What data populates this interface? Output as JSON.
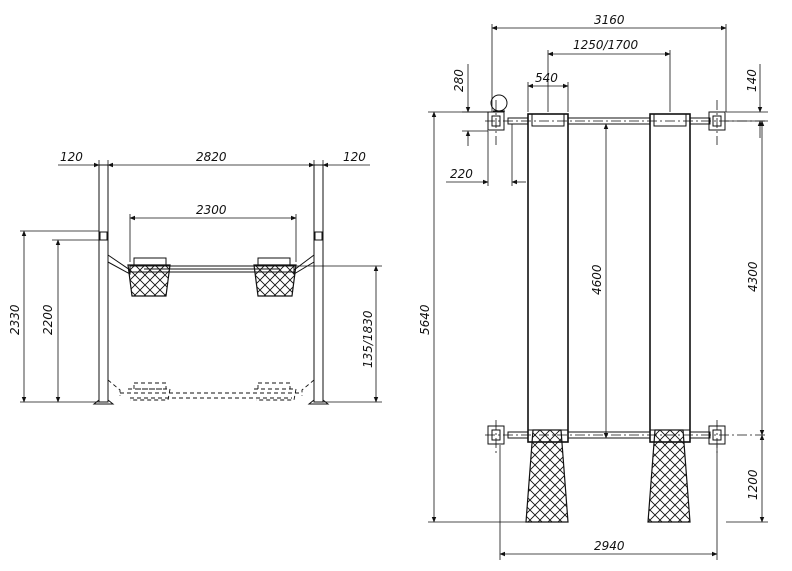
{
  "front_view": {
    "dim_post_width_left": "120",
    "dim_between_posts": "2820",
    "dim_post_width_right": "120",
    "dim_pad_spacing": "2300",
    "dim_total_height": "2330",
    "dim_clear_height": "2200",
    "dim_lift_range": "135/1830"
  },
  "top_view": {
    "dim_overall_width": "3160",
    "dim_runway_spacing": "1250/1700",
    "dim_runway_width": "540",
    "dim_control_box": "280",
    "dim_post_offset": "140",
    "dim_post_depth": "220",
    "dim_total_length": "5640",
    "dim_runway_length": "4600",
    "dim_post_spacing": "4300",
    "dim_ramp_length": "1200",
    "dim_base_width": "2940"
  }
}
